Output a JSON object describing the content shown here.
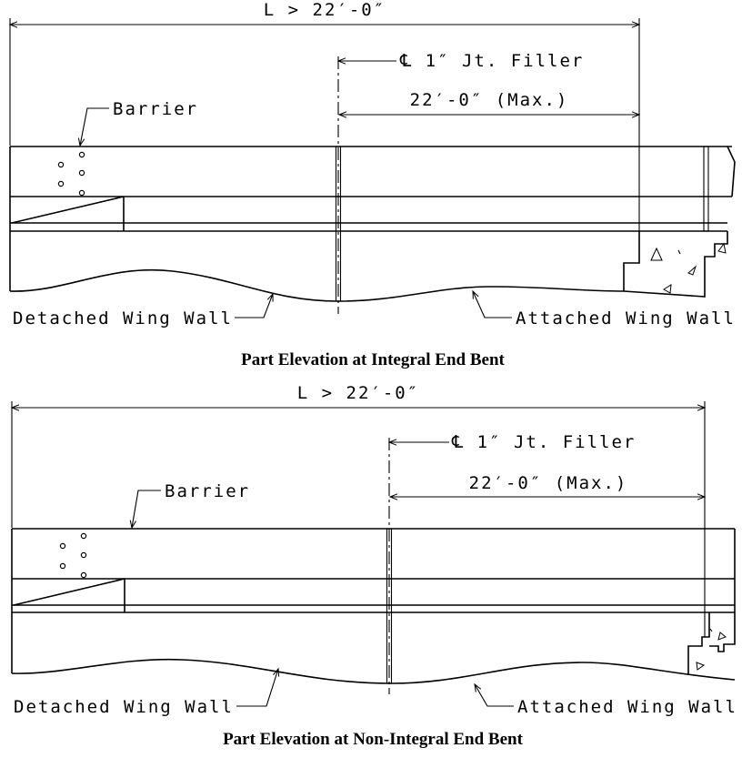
{
  "integral": {
    "dim_total": "L > 22′-0″",
    "joint_label": "℄ 1″ Jt. Filler",
    "dim_max": "22′-0″ (Max.)",
    "barrier_label": "Barrier",
    "detached_label": "Detached Wing Wall",
    "attached_label": "Attached Wing Wall",
    "title": "Part Elevation at Integral End Bent"
  },
  "non_integral": {
    "dim_total": "L > 22′-0″",
    "joint_label": "℄ 1″ Jt. Filler",
    "dim_max": "22′-0″ (Max.)",
    "barrier_label": "Barrier",
    "detached_label": "Detached Wing Wall",
    "attached_label": "Attached Wing Wall",
    "title": "Part Elevation at Non-Integral End Bent"
  }
}
